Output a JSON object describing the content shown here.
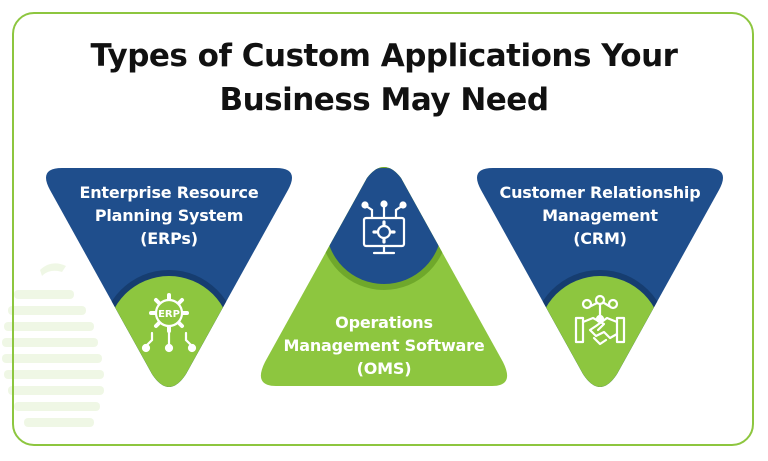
{
  "title": {
    "line1": "Types of Custom Applications Your",
    "line2": "Business May Need"
  },
  "cards": [
    {
      "lines": [
        "Enterprise Resource",
        "Planning System",
        "(ERPs)"
      ],
      "icon": "erp-gear-icon",
      "badge": "ERP"
    },
    {
      "lines": [
        "Operations",
        "Management Software",
        "(OMS)"
      ],
      "icon": "computer-gear-icon"
    },
    {
      "lines": [
        "Customer Relationship",
        "Management",
        "(CRM)"
      ],
      "icon": "handshake-network-icon"
    }
  ],
  "colors": {
    "navy": "#1f4e8c",
    "navy_dark": "#163d70",
    "green": "#8dc63f",
    "green_dark": "#6fa82b",
    "border": "#8dc63f",
    "text": "#111111"
  }
}
